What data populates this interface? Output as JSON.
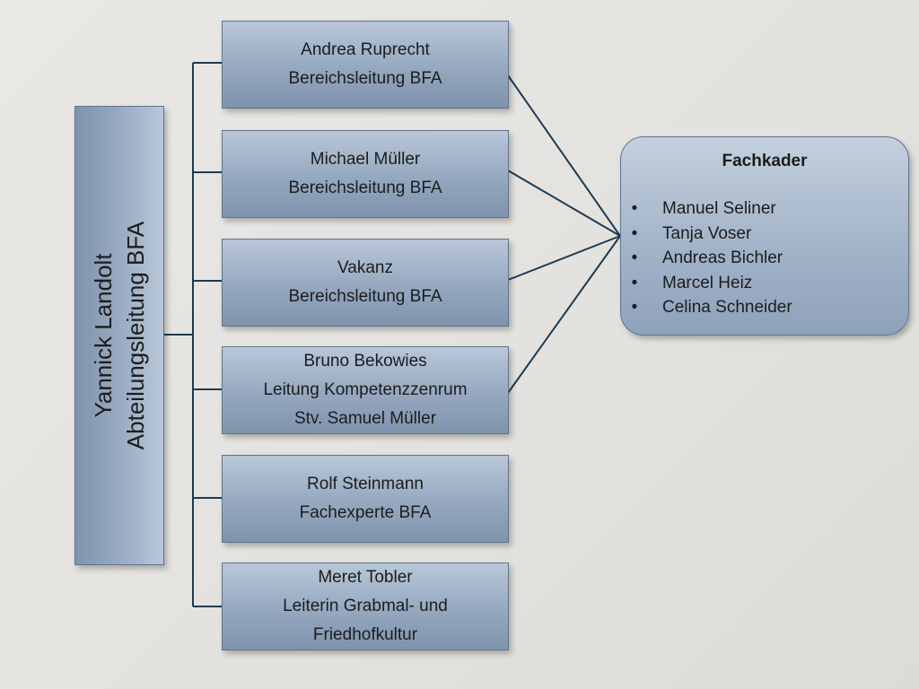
{
  "head": {
    "name": "Yannick Landolt",
    "role": "Abteilungsleitung BFA"
  },
  "units": [
    {
      "lines": [
        "Andrea Ruprecht",
        "Bereichsleitung BFA"
      ]
    },
    {
      "lines": [
        "Michael Müller",
        "Bereichsleitung BFA"
      ]
    },
    {
      "lines": [
        "Vakanz",
        "Bereichsleitung BFA"
      ]
    },
    {
      "lines": [
        "Bruno Bekowies",
        "Leitung Kompetenzzenrum",
        "Stv. Samuel Müller"
      ]
    },
    {
      "lines": [
        "Rolf Steinmann",
        "Fachexperte BFA"
      ]
    },
    {
      "lines": [
        "Meret Tobler",
        "Leiterin Grabmal- und",
        "Friedhofkultur"
      ]
    }
  ],
  "fachkader": {
    "title": "Fachkader",
    "bullet": "•",
    "members": [
      "Manuel Seliner",
      "Tanja Voser",
      "Andreas Bichler",
      "Marcel Heiz",
      "Celina Schneider"
    ]
  },
  "colors": {
    "box_fill": "#95a8bf",
    "box_border": "#5f7390",
    "connector": "#1f3a55",
    "background": "#e6e5e1"
  }
}
